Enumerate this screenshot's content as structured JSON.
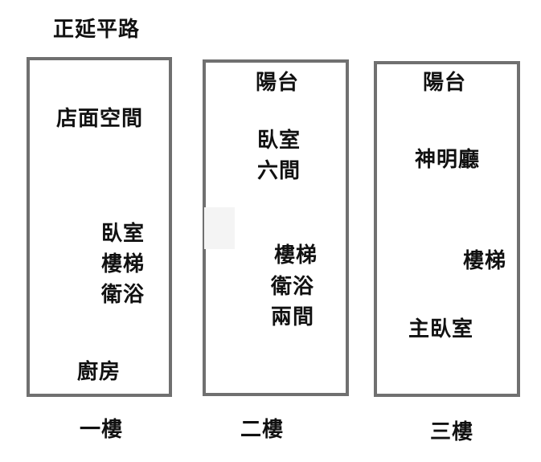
{
  "road_label": "正延平路",
  "floors": [
    {
      "name": "一樓",
      "rooms": [
        "店面空間",
        "臥室",
        "樓梯",
        "衛浴",
        "廚房"
      ]
    },
    {
      "name": "二樓",
      "rooms": [
        "陽台",
        "臥室",
        "六間",
        "樓梯",
        "衛浴",
        "兩間"
      ]
    },
    {
      "name": "三樓",
      "rooms": [
        "陽台",
        "神明廳",
        "樓梯",
        "主臥室"
      ]
    }
  ],
  "colors": {
    "box_border": "#707070",
    "text": "#111111",
    "background": "#ffffff"
  }
}
